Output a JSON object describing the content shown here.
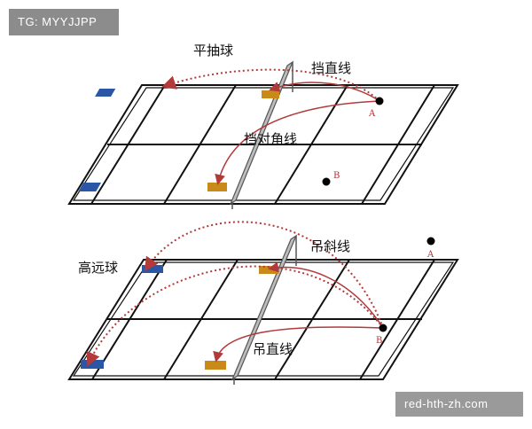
{
  "watermark_top": "TG: MYYJJPP",
  "watermark_bottom": "red-hth-zh.com",
  "top_diagram": {
    "labels": {
      "flat_drive": "平抽球",
      "straight_block": "挡直线",
      "cross_block": "挡对角线"
    },
    "points": {
      "a": "A",
      "b": "B"
    }
  },
  "bottom_diagram": {
    "labels": {
      "high_clear": "高远球",
      "cross_drop": "吊斜线",
      "straight_drop": "吊直线"
    },
    "points": {
      "a": "A",
      "b": "B"
    }
  },
  "colors": {
    "court_line": "#111111",
    "net": "#777777",
    "target_blue": "#2b56a6",
    "target_orange": "#c98a1a",
    "arrow": "#b23a3a"
  }
}
